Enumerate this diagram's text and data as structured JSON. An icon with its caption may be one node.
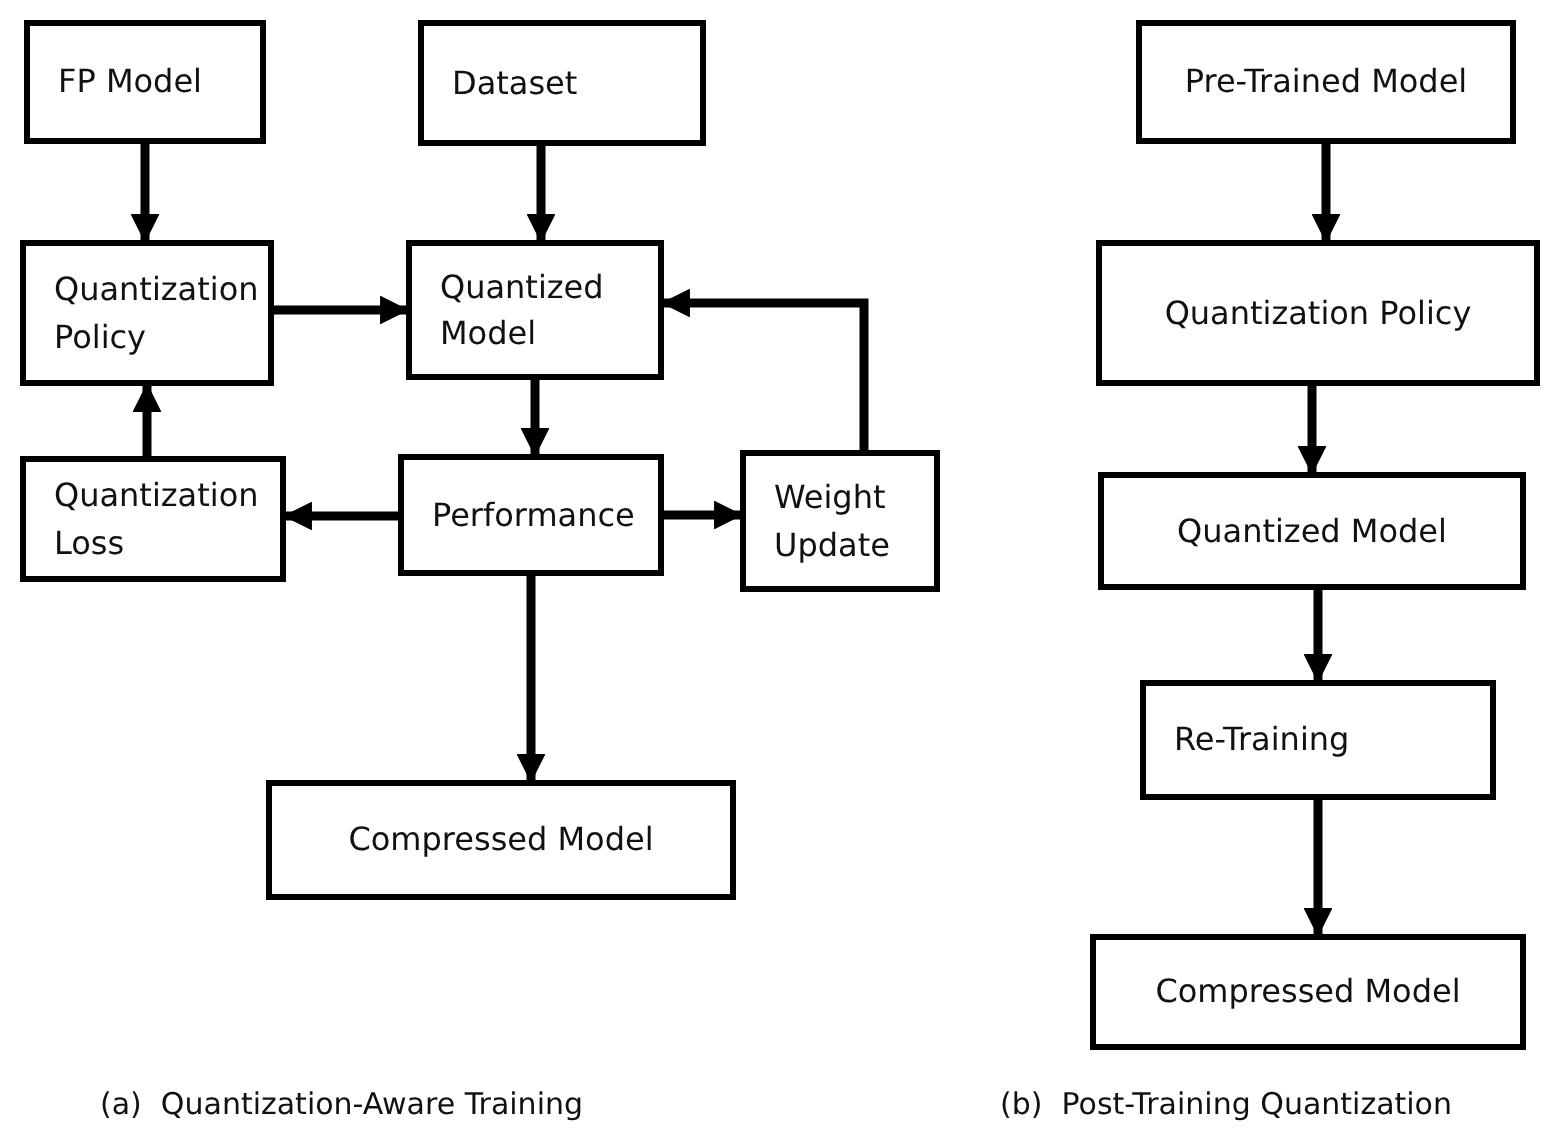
{
  "diagram": {
    "nodes": [
      {
        "text": [
          "FP Model"
        ]
      },
      {
        "text": [
          "Dataset"
        ]
      },
      {
        "text": [
          "Quantization Policy"
        ]
      },
      {
        "text": [
          "Quantized Model"
        ]
      },
      {
        "text": [
          "Quantization Loss"
        ]
      },
      {
        "text": [
          "Performance"
        ]
      },
      {
        "text": [
          "Weight Update"
        ]
      },
      {
        "text": [
          "Compressed Model"
        ]
      },
      {
        "text": [
          "Pre-Trained Model"
        ]
      },
      {
        "text": [
          "Quantization Policy"
        ]
      },
      {
        "text": [
          "Quantized Model"
        ]
      },
      {
        "text": [
          "Re-Training"
        ]
      },
      {
        "text": [
          "Compressed Model"
        ]
      }
    ],
    "edges": [
      {
        "from": 0,
        "to": 2,
        "arrow": "to"
      },
      {
        "from": 1,
        "to": 3,
        "arrow": "to"
      },
      {
        "from": 2,
        "to": 3,
        "arrow": "to"
      },
      {
        "from": 3,
        "to": 5,
        "arrow": "to"
      },
      {
        "from": 5,
        "to": 4,
        "arrow": "to"
      },
      {
        "from": 4,
        "to": 2,
        "arrow": "to"
      },
      {
        "from": 5,
        "to": 6,
        "arrow": "to"
      },
      {
        "from": 6,
        "to": 3,
        "arrow": "to"
      },
      {
        "from": 5,
        "to": 7,
        "arrow": "to"
      },
      {
        "from": 8,
        "to": 9,
        "arrow": "to"
      },
      {
        "from": 9,
        "to": 10,
        "arrow": "to"
      },
      {
        "from": 10,
        "to": 11,
        "arrow": "to"
      },
      {
        "from": 11,
        "to": 12,
        "arrow": "to"
      }
    ],
    "labels": [
      "(a)  Quantization-Aware Training",
      "(b)  Post-Training Quantization"
    ]
  }
}
